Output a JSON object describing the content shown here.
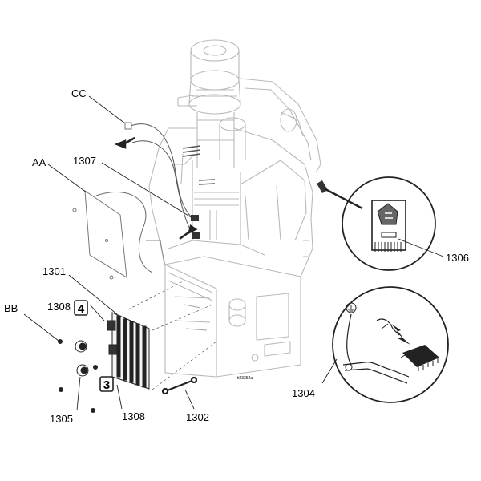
{
  "callouts": {
    "cc": "CC",
    "aa": "AA",
    "bb": "BB",
    "p1301": "1301",
    "p1302": "1302",
    "p1304": "1304",
    "p1305": "1305",
    "p1306": "1306",
    "p1307": "1307",
    "p1308_top": "1308",
    "p1308_bottom": "1308"
  },
  "boxes": {
    "four": "4",
    "three": "3"
  },
  "figure_id": "ti23352a"
}
